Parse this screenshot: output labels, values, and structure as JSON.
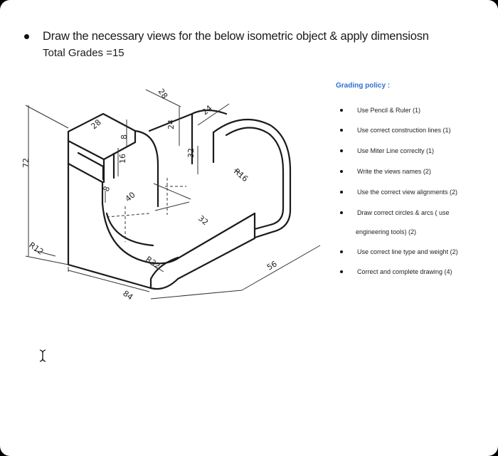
{
  "header": {
    "instruction": "Draw the necessary views for the below isometric object & apply dimensiosn",
    "grades": "Total Grades =15"
  },
  "policy": {
    "heading": "Grading policy :",
    "items": [
      "Use Pencil & Ruler  (1)",
      "Use correct construction lines  (1)",
      "Use Miter Line correclty  (1)",
      "Write the views names (2)",
      "Use the correct view alignments  (2)",
      "Draw correct circles & arcs ( use",
      "Use correct line type and weight  (2)",
      "Correct and complete drawing (4)"
    ],
    "item6_continuation": "engineering tools)   (2)"
  },
  "dimensions": {
    "d28_top": "28",
    "d28_side": "28",
    "d24_top": "24",
    "d24_side": "24",
    "d8_a": "8",
    "d16": "16",
    "d32_vert": "32",
    "d72": "72",
    "r16": "R16",
    "d8_b": "8",
    "d40": "40",
    "d32_diag": "32",
    "r12": "R12",
    "r32": "R32",
    "d56": "56",
    "d84": "84"
  },
  "colors": {
    "accent": "#2f6fd4",
    "ink": "#222222"
  },
  "icons": {
    "cursor": "text-cursor-icon"
  }
}
